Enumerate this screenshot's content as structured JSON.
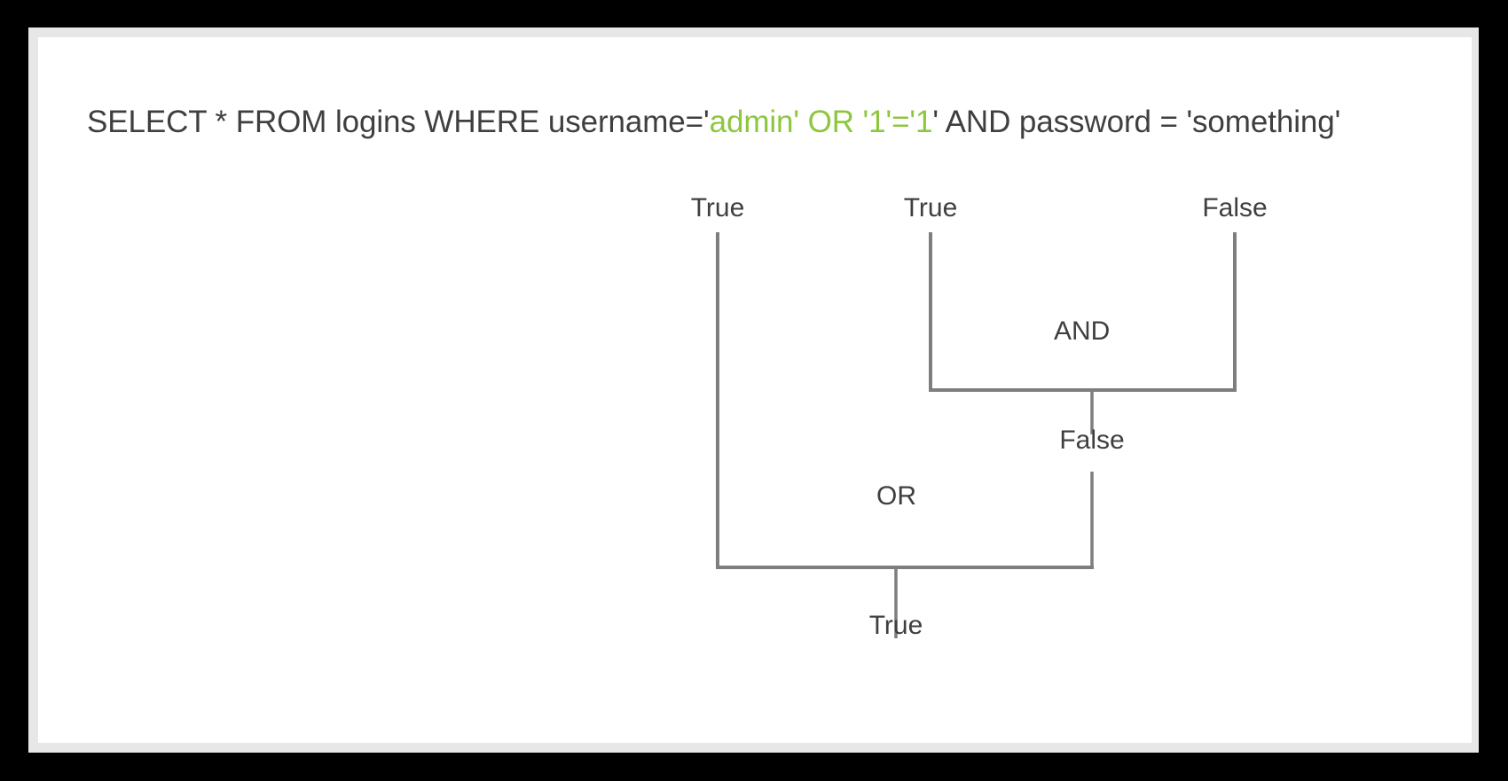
{
  "frame": {
    "outer_color": "#000000",
    "bezel_color": "#e7e7e7",
    "canvas_color": "#ffffff"
  },
  "query": {
    "prefix": "SELECT * FROM logins WHERE username='",
    "injection": "admin' OR '1'='1",
    "suffix": "' AND password = 'something'",
    "full_text": "SELECT * FROM logins WHERE username='admin' OR '1'='1' AND password = 'something'",
    "text_color": "#3f3f3f",
    "injection_color": "#8dc63f"
  },
  "tree": {
    "line_color": "#7e7e7e",
    "leaves": [
      {
        "label": "True",
        "name": "leaf-username-admin"
      },
      {
        "label": "True",
        "name": "leaf-one-equals-one"
      },
      {
        "label": "False",
        "name": "leaf-password-something"
      }
    ],
    "operators": [
      {
        "label": "AND",
        "name": "operator-and"
      },
      {
        "label": "OR",
        "name": "operator-or"
      }
    ],
    "intermediate_result": {
      "label": "False",
      "name": "and-result"
    },
    "final_result": {
      "label": "True",
      "name": "or-result"
    }
  }
}
